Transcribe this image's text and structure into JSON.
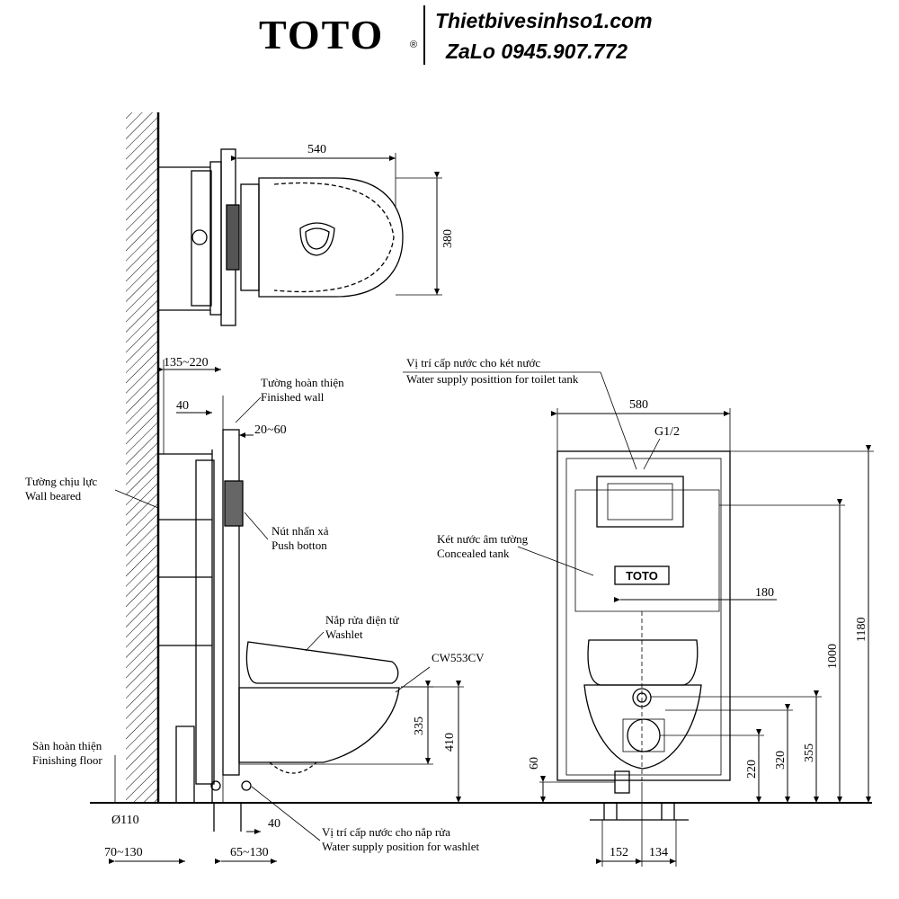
{
  "header": {
    "brand": "TOTO",
    "brand_mark": "®",
    "website": "Thietbivesinhso1.com",
    "contact": "ZaLo 0945.907.772"
  },
  "top_view": {
    "width_dim": "540",
    "depth_dim": "380"
  },
  "side_view": {
    "dim_wall_to_frame": "135~220",
    "dim_40_top": "40",
    "dim_finish": "20~60",
    "dim_335": "335",
    "dim_410": "410",
    "dim_phi110": "Ø110",
    "dim_70_130": "70~130",
    "dim_65_130": "65~130",
    "dim_40_bottom": "40",
    "finished_wall_vi": "Tường hoàn thiện",
    "finished_wall_en": "Finished wall",
    "wall_beared_vi": "Tường chịu lực",
    "wall_beared_en": "Wall beared",
    "push_button_vi": "Nút nhấn xả",
    "push_button_en": "Push botton",
    "washlet_vi": "Nắp rửa điện tử",
    "washlet_en": "Washlet",
    "model": "CW553CV",
    "finishing_floor_vi": "Sàn hoàn thiện",
    "finishing_floor_en": "Finishing floor",
    "water_washlet_vi": "Vị trí cấp nước cho nắp rửa",
    "water_washlet_en": "Water supply position for washlet"
  },
  "front_view": {
    "width_dim": "580",
    "g12": "G1/2",
    "dim_180": "180",
    "dim_1180": "1180",
    "dim_1000": "1000",
    "dim_355": "355",
    "dim_320": "320",
    "dim_220": "220",
    "dim_60": "60",
    "dim_152": "152",
    "dim_134": "134",
    "tank_logo": "TOTO",
    "water_tank_vi": "Vị trí cấp nước cho két nước",
    "water_tank_en": "Water supply posittion for toilet tank",
    "concealed_vi": "Két nước âm tường",
    "concealed_en": "Concealed tank"
  }
}
